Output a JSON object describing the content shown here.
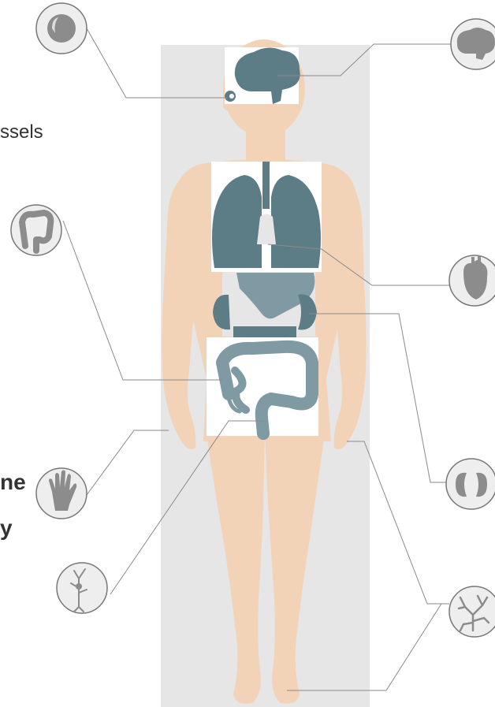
{
  "labels": {
    "vessels_fragment": "ssels",
    "skin_fragment": "ne",
    "body_fragment": "y"
  },
  "organs": [
    {
      "id": "eye",
      "icon": "eye-icon"
    },
    {
      "id": "brain",
      "icon": "brain-icon"
    },
    {
      "id": "colon",
      "icon": "intestine-icon"
    },
    {
      "id": "heart",
      "icon": "heart-icon"
    },
    {
      "id": "kidney",
      "icon": "kidney-icon"
    },
    {
      "id": "hand",
      "icon": "hand-icon"
    },
    {
      "id": "neuron",
      "icon": "neuron-icon"
    },
    {
      "id": "vessels",
      "icon": "blood-vessel-icon"
    }
  ],
  "colors": {
    "organ": "#5c7d86",
    "organ_light": "#7f9aa2",
    "skin": "#f2d3b8",
    "panel": "#e6e6e6",
    "line": "#8a8a8a",
    "icon_fill": "#8c8c8c",
    "circle_stroke": "#777777"
  }
}
